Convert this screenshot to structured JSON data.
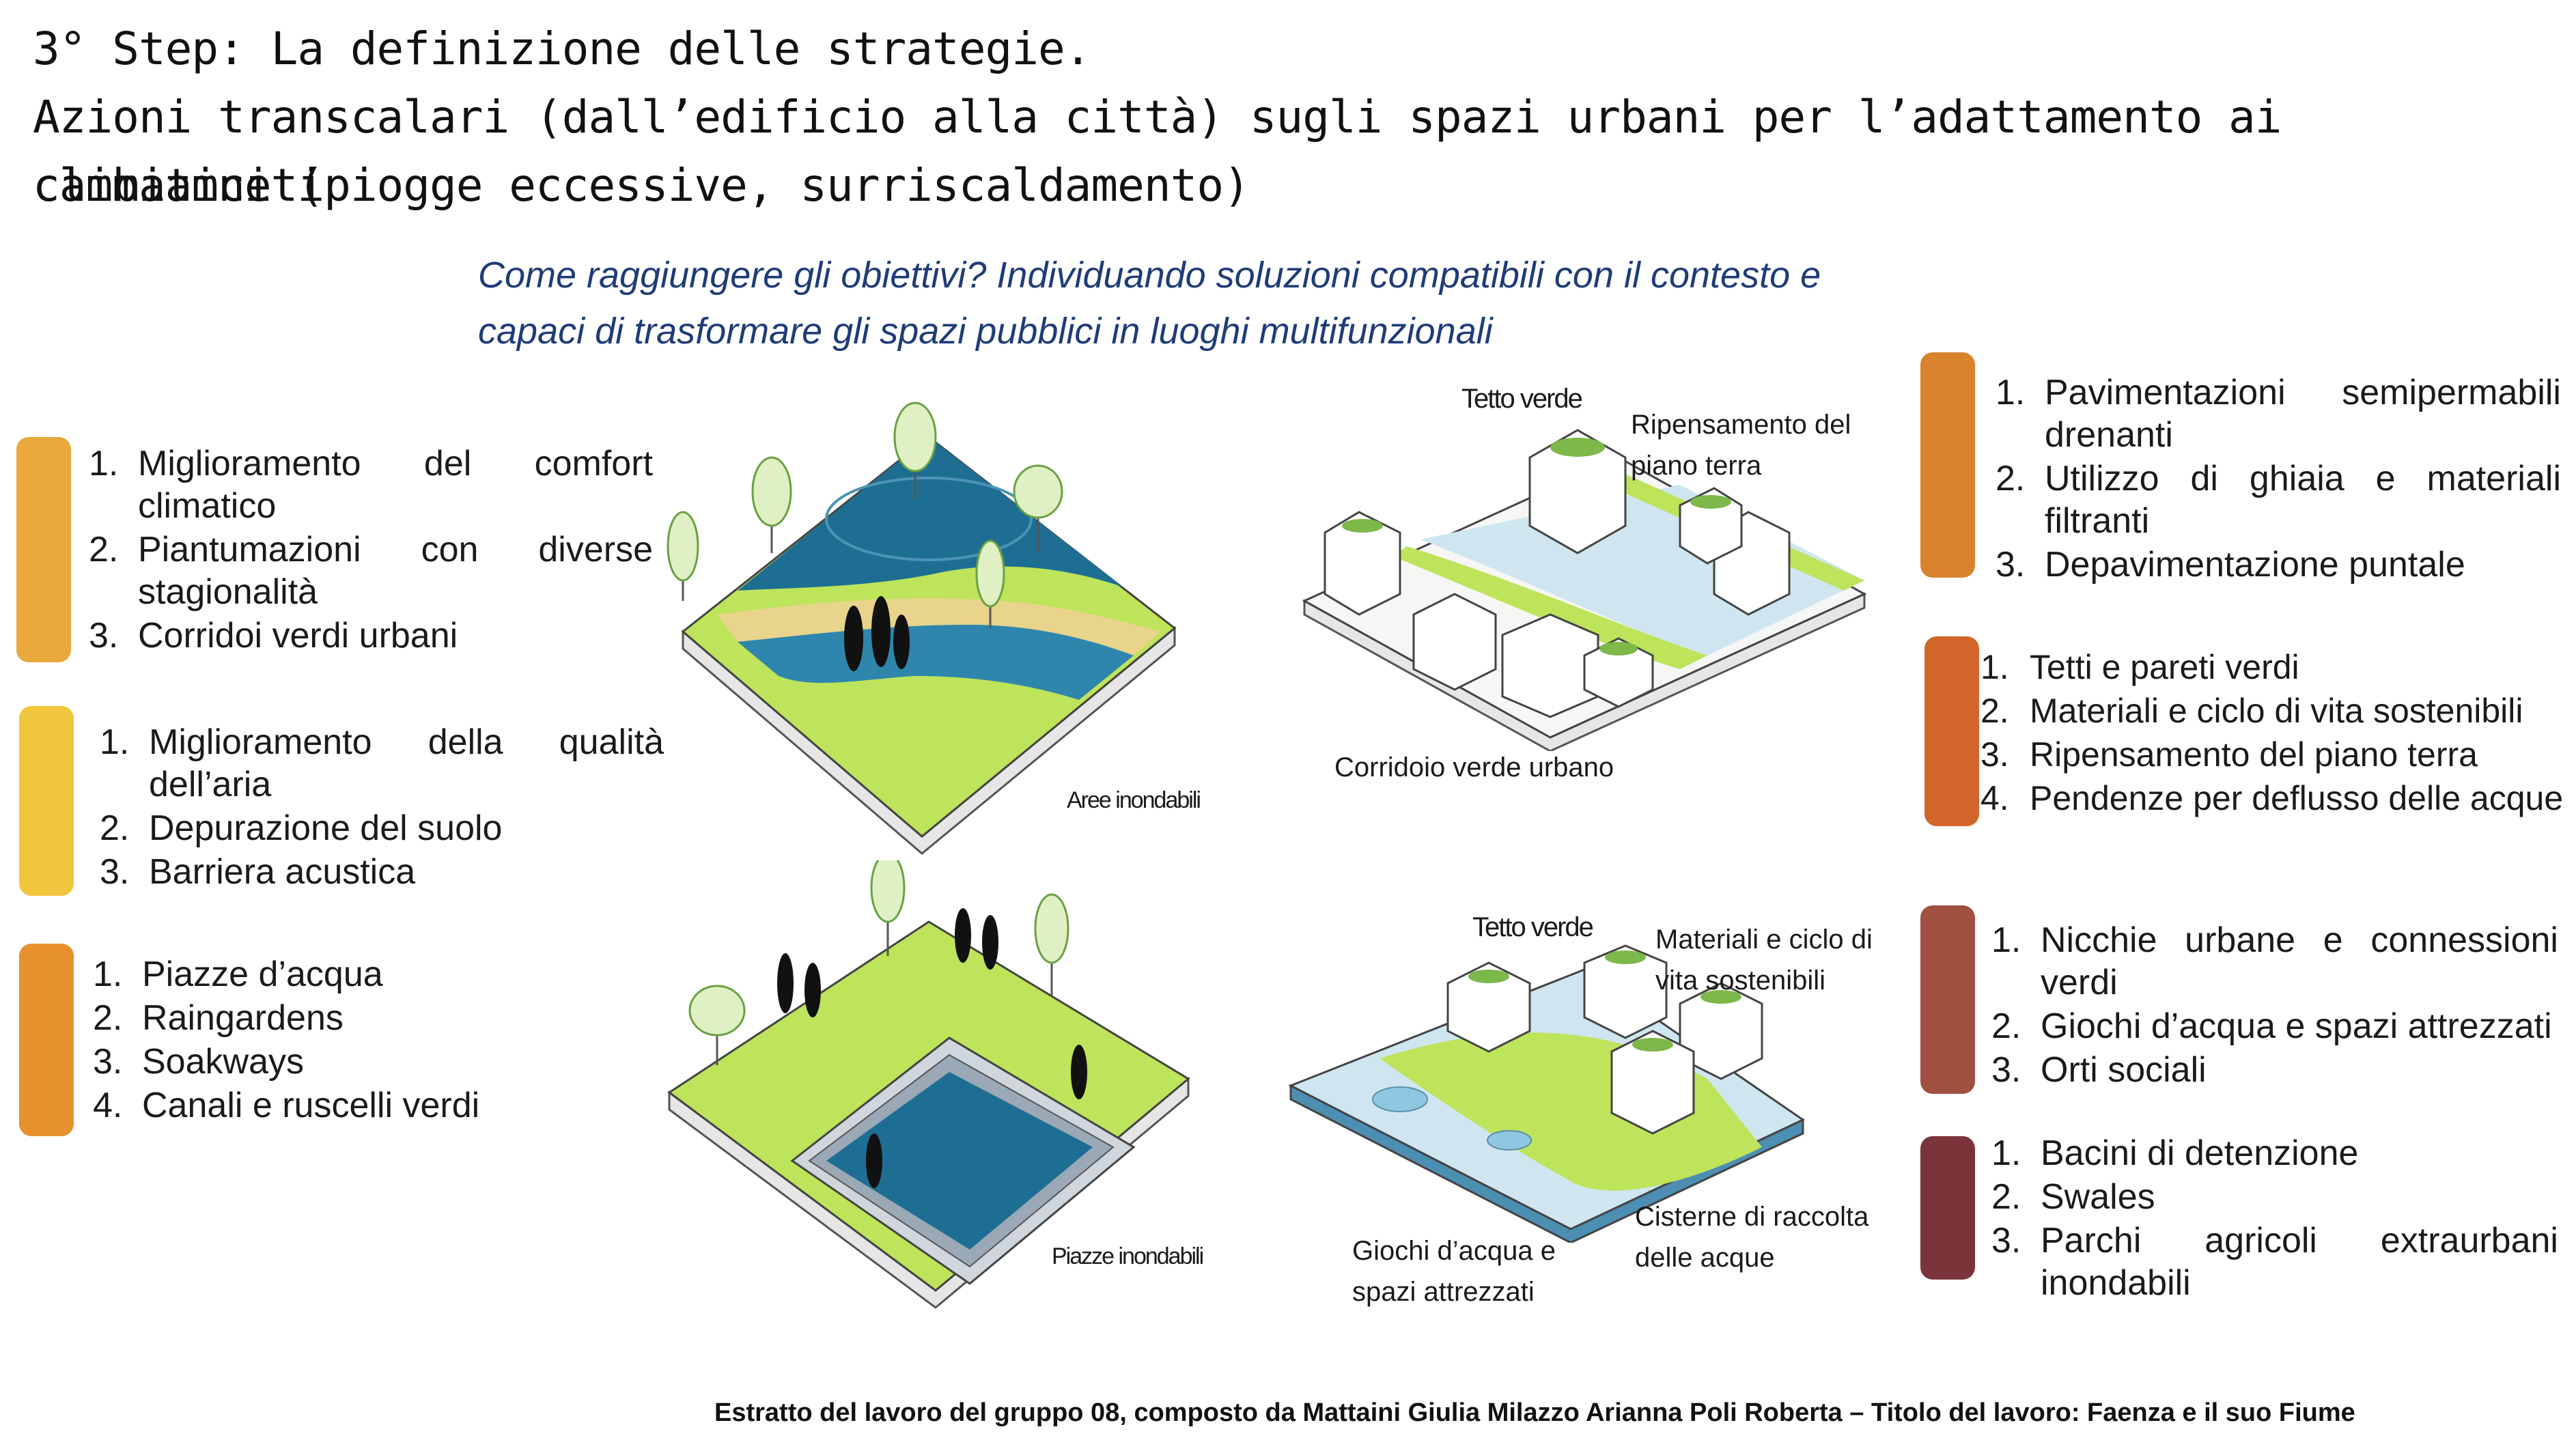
{
  "header": {
    "line1": "3° Step: La definizione delle strategie.",
    "line2": "Azioni transcalari (dall’edificio alla città) sugli spazi urbani per l’adattamento ai cambiamneti",
    "line3": "climatici (piogge eccessive, surriscaldamento)"
  },
  "question": {
    "line1": "Come raggiungere gli obiettivi? Individuando soluzioni compatibili con il contesto e",
    "line2": "capaci di trasformare gli spazi pubblici in luoghi multifunzionali"
  },
  "left_groups": [
    {
      "color": "#E9A93C",
      "items": [
        {
          "num": "1.",
          "text": "Miglioramento del comfort climatico"
        },
        {
          "num": "2.",
          "text": "Piantumazioni con diverse stagionalità"
        },
        {
          "num": "3.",
          "text": "Corridoi verdi urbani"
        }
      ]
    },
    {
      "color": "#F0C63E",
      "items": [
        {
          "num": "1.",
          "text": "Miglioramento della qualità dell’aria"
        },
        {
          "num": "2.",
          "text": "Depurazione del suolo"
        },
        {
          "num": "3.",
          "text": "Barriera acustica"
        }
      ]
    },
    {
      "color": "#E6912E",
      "items": [
        {
          "num": "1.",
          "text": "Piazze d’acqua"
        },
        {
          "num": "2.",
          "text": "Raingardens"
        },
        {
          "num": "3.",
          "text": "Soakways"
        },
        {
          "num": "4.",
          "text": "Canali e ruscelli verdi"
        }
      ]
    }
  ],
  "right_groups": [
    {
      "color": "#D9822E",
      "items": [
        {
          "num": "1.",
          "text": "Pavimentazioni semipermabili drenanti"
        },
        {
          "num": "2.",
          "text": "Utilizzo di ghiaia e materiali filtranti"
        },
        {
          "num": "3.",
          "text": "Depavimentazione puntale"
        }
      ]
    },
    {
      "color": "#D2662A",
      "items": [
        {
          "num": "1.",
          "text": "Tetti e pareti verdi"
        },
        {
          "num": "2.",
          "text": "Materiali e ciclo di vita sostenibili"
        },
        {
          "num": "3.",
          "text": "Ripensamento del piano terra"
        },
        {
          "num": "4.",
          "text": "Pendenze per deflusso delle acque"
        }
      ]
    },
    {
      "color": "#A0503F",
      "items": [
        {
          "num": "1.",
          "text": "Nicchie urbane e connessioni verdi"
        },
        {
          "num": "2.",
          "text": "Giochi d’acqua e spazi attrezzati"
        },
        {
          "num": "3.",
          "text": "Orti sociali"
        }
      ]
    },
    {
      "color": "#7A343A",
      "items": [
        {
          "num": "1.",
          "text": "Bacini di detenzione"
        },
        {
          "num": "2.",
          "text": "Swales"
        },
        {
          "num": "3.",
          "text": "Parchi agricoli extraurbani inondabili"
        }
      ]
    }
  ],
  "diagram_labels": {
    "aree_inondabili": "Aree inondabili",
    "piazze_inondabili": "Piazze inondabili",
    "tetto_verde_1": "Tetto verde",
    "ripensamento_line1": "Ripensamento del",
    "ripensamento_line2": "piano terra",
    "corridoio": "Corridoio verde urbano",
    "tetto_verde_2": "Tetto verde",
    "materiali_line1": "Materiali e ciclo di",
    "materiali_line2": "vita sostenibili",
    "giochi_line1": "Giochi d’acqua e",
    "giochi_line2": "spazi attrezzati",
    "cisterne_line1": "Cisterne di raccolta",
    "cisterne_line2": "delle acque"
  },
  "colors": {
    "water": "#1E6E93",
    "grass": "#BDE45A",
    "sand": "#E8D48A",
    "base": "#F2F2F2",
    "title_blue": "#1F3C78"
  },
  "footer": "Estratto del lavoro del gruppo 08, composto da Mattaini Giulia Milazzo Arianna Poli Roberta – Titolo del lavoro: Faenza e il suo Fiume"
}
